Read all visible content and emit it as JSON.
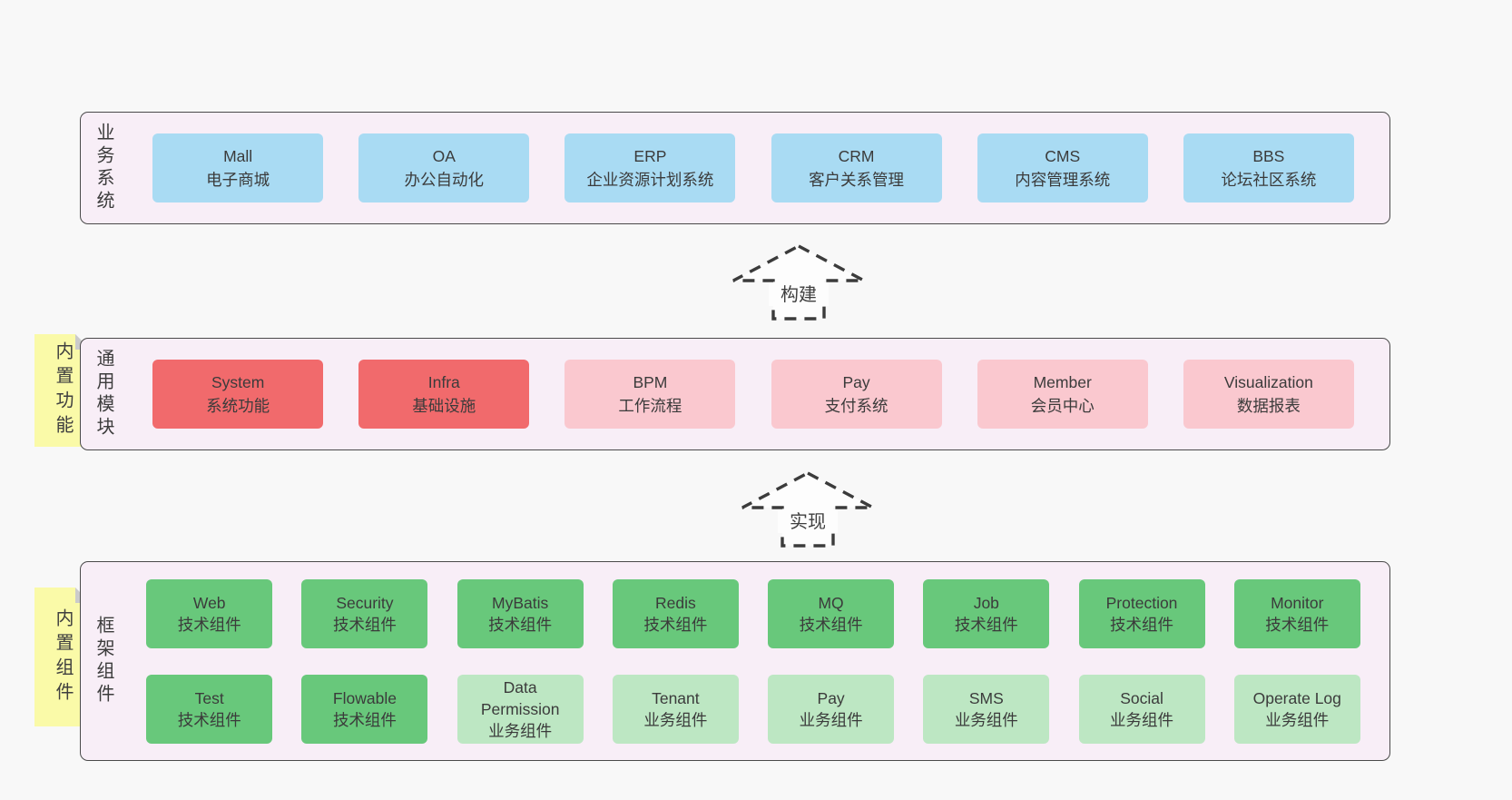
{
  "diagram": {
    "business": {
      "label": "业务系统",
      "items": [
        {
          "name": "Mall",
          "desc": "电子商城"
        },
        {
          "name": "OA",
          "desc": "办公自动化"
        },
        {
          "name": "ERP",
          "desc": "企业资源计划系统"
        },
        {
          "name": "CRM",
          "desc": "客户关系管理"
        },
        {
          "name": "CMS",
          "desc": "内容管理系统"
        },
        {
          "name": "BBS",
          "desc": "论坛社区系统"
        }
      ]
    },
    "arrows": {
      "build": "构建",
      "implement": "实现"
    },
    "common": {
      "label": "通用模块",
      "sticky": "内置功能",
      "items": [
        {
          "name": "System",
          "desc": "系统功能",
          "variant": "red"
        },
        {
          "name": "Infra",
          "desc": "基础设施",
          "variant": "red"
        },
        {
          "name": "BPM",
          "desc": "工作流程",
          "variant": "pink"
        },
        {
          "name": "Pay",
          "desc": "支付系统",
          "variant": "pink"
        },
        {
          "name": "Member",
          "desc": "会员中心",
          "variant": "pink"
        },
        {
          "name": "Visualization",
          "desc": "数据报表",
          "variant": "pink"
        }
      ]
    },
    "framework": {
      "label": "框架组件",
      "sticky": "内置组件",
      "row1": [
        {
          "name": "Web",
          "desc": "技术组件",
          "variant": "green"
        },
        {
          "name": "Security",
          "desc": "技术组件",
          "variant": "green"
        },
        {
          "name": "MyBatis",
          "desc": "技术组件",
          "variant": "green"
        },
        {
          "name": "Redis",
          "desc": "技术组件",
          "variant": "green"
        },
        {
          "name": "MQ",
          "desc": "技术组件",
          "variant": "green"
        },
        {
          "name": "Job",
          "desc": "技术组件",
          "variant": "green"
        },
        {
          "name": "Protection",
          "desc": "技术组件",
          "variant": "green"
        },
        {
          "name": "Monitor",
          "desc": "技术组件",
          "variant": "green"
        }
      ],
      "row2": [
        {
          "name": "Test",
          "desc": "技术组件",
          "variant": "green"
        },
        {
          "name": "Flowable",
          "desc": "技术组件",
          "variant": "green"
        },
        {
          "name": "Data Permission",
          "desc": "业务组件",
          "variant": "lightgreen"
        },
        {
          "name": "Tenant",
          "desc": "业务组件",
          "variant": "lightgreen"
        },
        {
          "name": "Pay",
          "desc": "业务组件",
          "variant": "lightgreen"
        },
        {
          "name": "SMS",
          "desc": "业务组件",
          "variant": "lightgreen"
        },
        {
          "name": "Social",
          "desc": "业务组件",
          "variant": "lightgreen"
        },
        {
          "name": "Operate Log",
          "desc": "业务组件",
          "variant": "lightgreen"
        }
      ]
    },
    "colors": {
      "page_bg": "#f8f8f8",
      "panel_bg": "#f8eef7",
      "panel_border": "#4a4a4a",
      "blue_box": "#a9dbf3",
      "red_box": "#f16a6c",
      "pink_box": "#fac8cf",
      "green_box": "#68c87b",
      "lightgreen_box": "#bde7c3",
      "sticky_bg": "#fafaa8",
      "sticky_fold": "#cbcbcb",
      "text": "#3b3b3b"
    }
  }
}
